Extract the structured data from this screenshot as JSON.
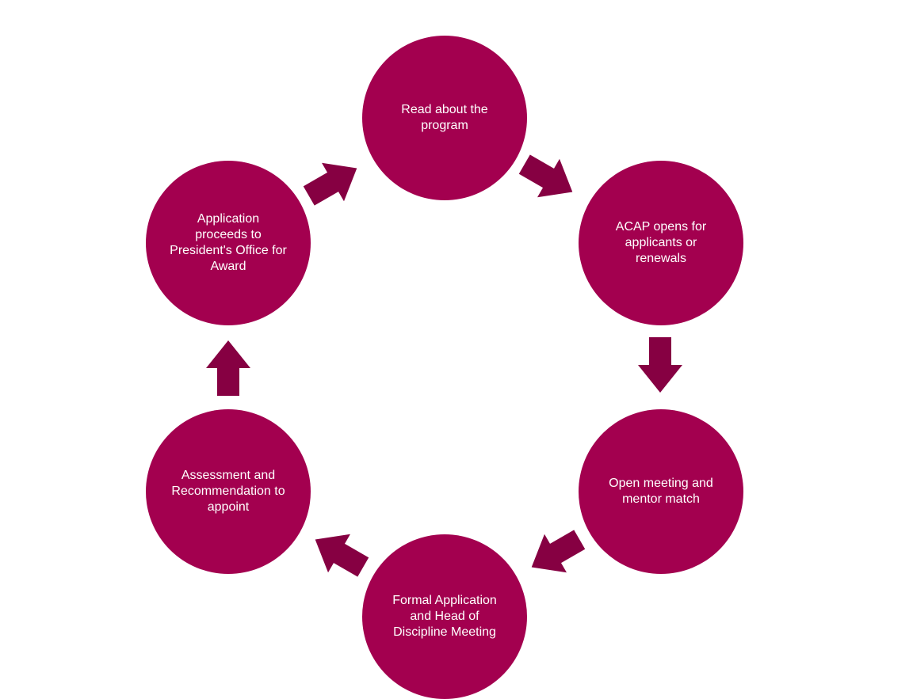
{
  "colors": {
    "node_fill": "#a3004f",
    "arrow_fill": "#860042",
    "text": "#ffffff",
    "background": "#ffffff"
  },
  "steps": [
    {
      "label": "Read about the program"
    },
    {
      "label": "ACAP opens for applicants or renewals"
    },
    {
      "label": "Open meeting and mentor match"
    },
    {
      "label": "Formal Application and Head of Discipline Meeting"
    },
    {
      "label": "Assessment and Recommendation to appoint"
    },
    {
      "label": "Application proceeds to President's Office for Award"
    }
  ],
  "arrows": [
    {
      "from": 1,
      "to": 2
    },
    {
      "from": 2,
      "to": 3
    },
    {
      "from": 3,
      "to": 4
    },
    {
      "from": 4,
      "to": 5
    },
    {
      "from": 5,
      "to": 6
    },
    {
      "from": 6,
      "to": 1
    }
  ]
}
